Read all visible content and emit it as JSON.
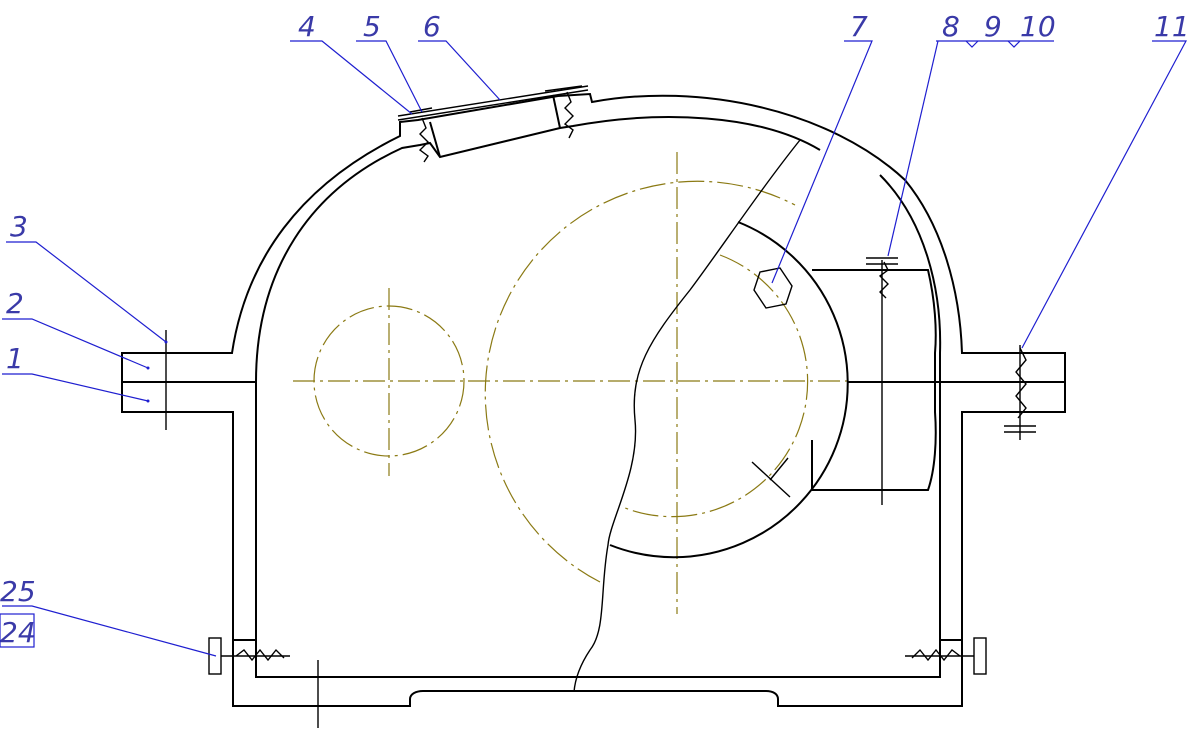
{
  "diagram": {
    "callouts": [
      {
        "id": "c1",
        "text": "1"
      },
      {
        "id": "c2",
        "text": "2"
      },
      {
        "id": "c3",
        "text": "3"
      },
      {
        "id": "c4",
        "text": "4"
      },
      {
        "id": "c5",
        "text": "5"
      },
      {
        "id": "c6",
        "text": "6"
      },
      {
        "id": "c7",
        "text": "7"
      },
      {
        "id": "c8",
        "text": "8"
      },
      {
        "id": "c9",
        "text": "9"
      },
      {
        "id": "c10",
        "text": "10"
      },
      {
        "id": "c11",
        "text": "11"
      },
      {
        "id": "c24",
        "text": "24"
      },
      {
        "id": "c25",
        "text": "25"
      }
    ],
    "colors": {
      "outline": "#000000",
      "leader": "#1f1fd0",
      "label": "#3a3aa8",
      "centerline": "#8b7a14"
    }
  }
}
